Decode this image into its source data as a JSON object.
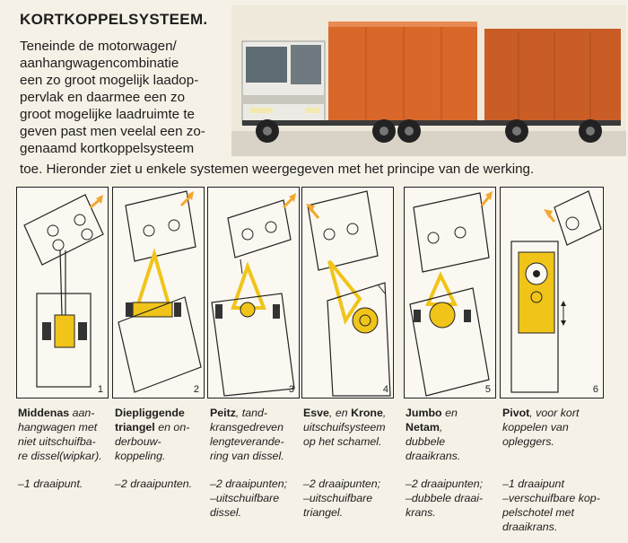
{
  "title": "KORTKOPPELSYSTEEM.",
  "intro_lines": [
    "Teneinde de motorwagen/",
    "aanhangwagencombinatie",
    "een zo groot mogelijk laadop-",
    "pervlak en daarmee een zo",
    "groot mogelijke laadruimte te",
    "geven past men veelal een zo-",
    "genaamd kortkoppelsysteem"
  ],
  "intro_continuation": "toe. Hieronder ziet u enkele systemen weergegeven met het principe van de werking.",
  "colors": {
    "truck_body": "#d9672a",
    "coupling_yellow": "#f0c419",
    "arrow_orange": "#f2a72f"
  },
  "systems": [
    {
      "number": "1",
      "name": "Middenas",
      "description": "aan-hangwagen met niet uitschuifba-re dissel(wipkar).",
      "lines": [
        "Middenas aan-",
        "hangwagen met",
        "niet uitschuifba-",
        "re dissel(wipkar)."
      ],
      "points": [
        "–1 draaipunt."
      ]
    },
    {
      "number": "2",
      "name": "Diepliggende triangel",
      "lines": [
        "Diepliggende",
        "triangel en on-",
        "derbouw-",
        "koppeling."
      ],
      "points": [
        "–2 draaipunten."
      ]
    },
    {
      "number": "3",
      "name": "Peitz",
      "lines": [
        "Peitz, tand-",
        "kransgedreven",
        "lengteverande-",
        "ring van dissel."
      ],
      "points": [
        "–2 draaipunten;",
        "–uitschuifbare",
        "dissel."
      ]
    },
    {
      "number": "4",
      "name": "Esve, en Krone",
      "lines": [
        "Esve, en Krone,",
        "uitschuifsysteem",
        "op het schamel."
      ],
      "points": [
        "–2 draaipunten;",
        "–uitschuifbare",
        "triangel."
      ]
    },
    {
      "number": "5",
      "name": "Jumbo en Netam",
      "lines": [
        "Jumbo en",
        "Netam,",
        "dubbele",
        "draaikrans."
      ],
      "points": [
        "–2 draaipunten;",
        "–dubbele draai-",
        "krans."
      ]
    },
    {
      "number": "6",
      "name": "Pivot",
      "lines": [
        "Pivot, voor kort",
        "koppelen van",
        "opleggers."
      ],
      "points": [
        "–1 draaipunt",
        "–verschuifbare kop-",
        "pelschotel met",
        "draaikrans."
      ]
    }
  ]
}
